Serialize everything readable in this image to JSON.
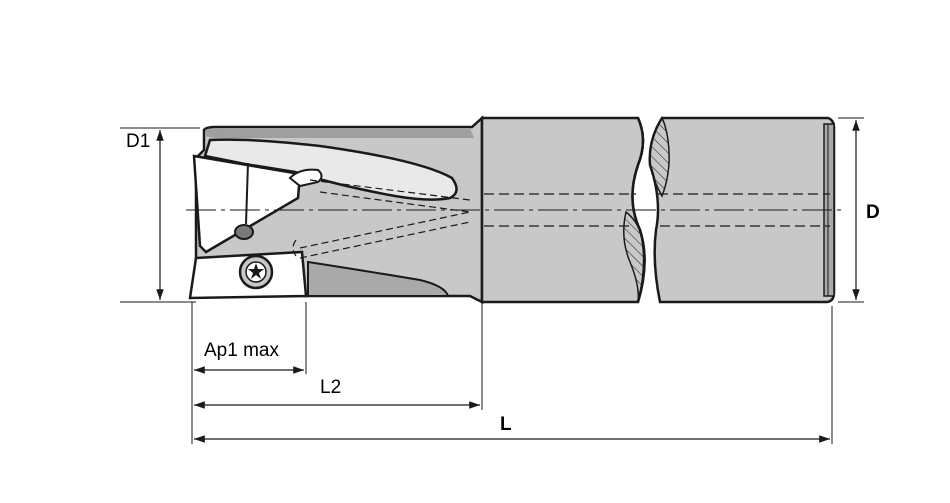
{
  "labels": {
    "d1": "D1",
    "d": "D",
    "ap1max": "Ap1 max",
    "l2": "L2",
    "l": "L"
  },
  "colors": {
    "body_fill": "#c8c8c8",
    "dark_fill": "#a9a9a9",
    "light_fill": "#e6e6e6",
    "insert_fill": "#ffffff",
    "stroke": "#1a1a1a"
  }
}
